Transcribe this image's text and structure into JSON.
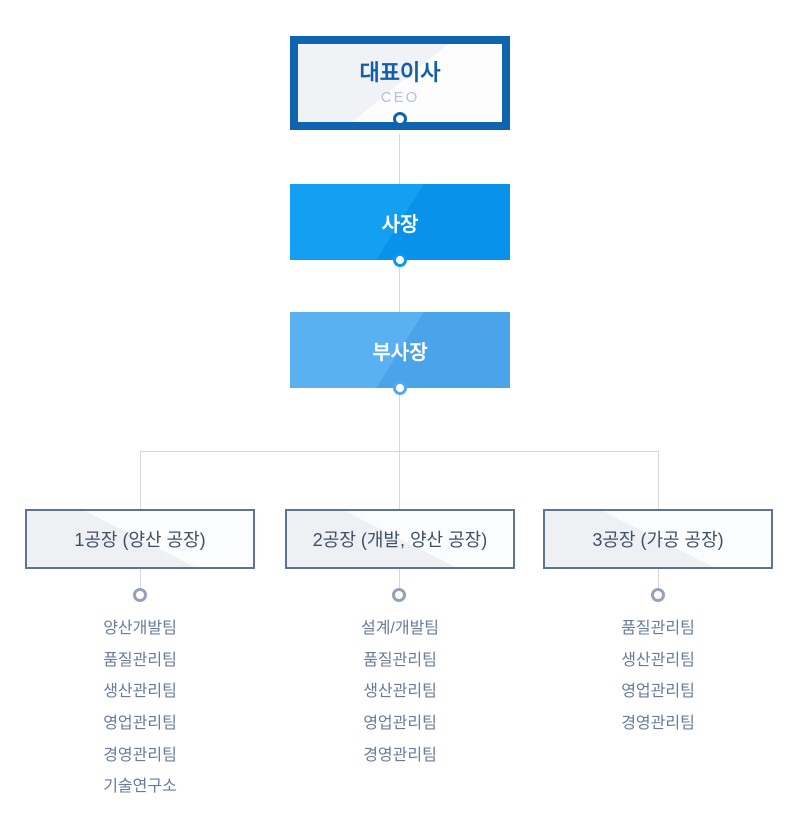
{
  "org_chart": {
    "ceo": {
      "title": "대표이사",
      "subtitle": "CEO"
    },
    "president": {
      "title": "사장"
    },
    "vice_president": {
      "title": "부사장"
    },
    "factories": [
      {
        "title": "1공장 (양산 공장)",
        "teams": [
          "양산개발팀",
          "품질관리팀",
          "생산관리팀",
          "영업관리팀",
          "경영관리팀",
          "기술연구소"
        ]
      },
      {
        "title": "2공장 (개발, 양산 공장)",
        "teams": [
          "설계/개발팀",
          "품질관리팀",
          "생산관리팀",
          "영업관리팀",
          "경영관리팀"
        ]
      },
      {
        "title": "3공장 (가공 공장)",
        "teams": [
          "품질관리팀",
          "생산관리팀",
          "영업관리팀",
          "경영관리팀"
        ]
      }
    ],
    "colors": {
      "ceo_border": "#0e64af",
      "ceo_title_text": "#0f5fa9",
      "ceo_subtitle_text": "#b5c2d6",
      "president_fill": "#0d9cf2",
      "vice_president_fill": "#54abef",
      "factory_border": "#5f7494",
      "factory_title_text": "#3e4f68",
      "team_text": "#687b9c",
      "connector_line": "#d6d7d9",
      "factory_node_ring": "#95a2b5"
    }
  }
}
